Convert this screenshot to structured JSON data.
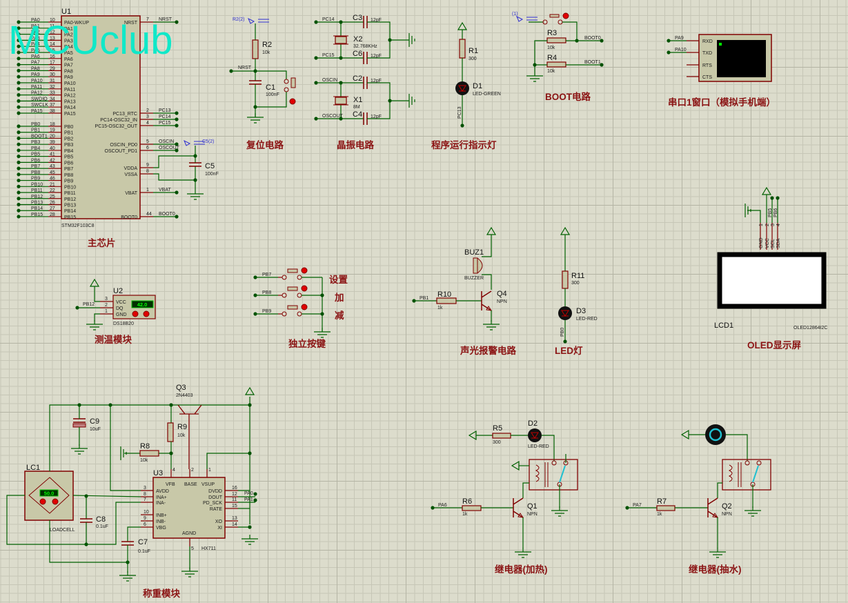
{
  "watermark": "MCUclub",
  "mcu": {
    "ref": "U1",
    "part": "STM32F103C8",
    "left_pins": [
      {
        "net": "PA0",
        "num": "10",
        "name": "PA0-WKUP"
      },
      {
        "net": "PA1",
        "num": "11",
        "name": "PA1"
      },
      {
        "net": "PA2",
        "num": "12",
        "name": "PA2"
      },
      {
        "net": "PA3",
        "num": "13",
        "name": "PA3"
      },
      {
        "net": "PA4",
        "num": "14",
        "name": "PA4"
      },
      {
        "net": "PA5",
        "num": "15",
        "name": "PA5"
      },
      {
        "net": "PA6",
        "num": "16",
        "name": "PA6"
      },
      {
        "net": "PA7",
        "num": "17",
        "name": "PA7"
      },
      {
        "net": "PA8",
        "num": "29",
        "name": "PA8"
      },
      {
        "net": "PA9",
        "num": "30",
        "name": "PA9"
      },
      {
        "net": "PA10",
        "num": "31",
        "name": "PA10"
      },
      {
        "net": "PA11",
        "num": "32",
        "name": "PA11"
      },
      {
        "net": "PA12",
        "num": "33",
        "name": "PA12"
      },
      {
        "net": "SWDIO",
        "num": "34",
        "name": "PA13"
      },
      {
        "net": "SWCLK",
        "num": "37",
        "name": "PA14"
      },
      {
        "net": "PA15",
        "num": "38",
        "name": "PA15"
      },
      {
        "net": "PB0",
        "num": "18",
        "name": "PB0"
      },
      {
        "net": "PB1",
        "num": "19",
        "name": "PB1"
      },
      {
        "net": "BOOT1",
        "num": "20",
        "name": "PB2"
      },
      {
        "net": "PB3",
        "num": "39",
        "name": "PB3"
      },
      {
        "net": "PB4",
        "num": "40",
        "name": "PB4"
      },
      {
        "net": "PB5",
        "num": "41",
        "name": "PB5"
      },
      {
        "net": "PB6",
        "num": "42",
        "name": "PB6"
      },
      {
        "net": "PB7",
        "num": "43",
        "name": "PB7"
      },
      {
        "net": "PB8",
        "num": "45",
        "name": "PB8"
      },
      {
        "net": "PB9",
        "num": "46",
        "name": "PB9"
      },
      {
        "net": "PB10",
        "num": "21",
        "name": "PB10"
      },
      {
        "net": "PB11",
        "num": "22",
        "name": "PB11"
      },
      {
        "net": "PB12",
        "num": "25",
        "name": "PB12"
      },
      {
        "net": "PB13",
        "num": "26",
        "name": "PB13"
      },
      {
        "net": "PB14",
        "num": "27",
        "name": "PB14"
      },
      {
        "net": "PB15",
        "num": "28",
        "name": "PB15"
      }
    ],
    "right_pins": [
      {
        "net": "NRST",
        "num": "7",
        "name": "NRST"
      },
      {
        "net": "PC13",
        "num": "2",
        "name": "PC13_RTC"
      },
      {
        "net": "PC14",
        "num": "3",
        "name": "PC14-OSC32_IN"
      },
      {
        "net": "PC15",
        "num": "4",
        "name": "PC15-OSC32_OUT"
      },
      {
        "net": "OSCIN",
        "num": "5",
        "name": "OSCIN_PD0"
      },
      {
        "net": "OSCOUT",
        "num": "6",
        "name": "OSCOUT_PD1"
      },
      {
        "net": "",
        "num": "9",
        "name": "VDDA"
      },
      {
        "net": "",
        "num": "8",
        "name": "VSSA"
      },
      {
        "net": "VBAT",
        "num": "1",
        "name": "VBAT"
      },
      {
        "net": "BOOT0",
        "num": "44",
        "name": "BOOT0"
      }
    ],
    "c5": {
      "ref": "C5",
      "value": "100nF",
      "probe": "C5(2)"
    },
    "title": "主芯片"
  },
  "reset": {
    "probe": "R2(2)",
    "r2": "R2",
    "r2_val": "10k",
    "net": "NRST",
    "c1": "C1",
    "c1_val": "100nF",
    "title": "复位电路"
  },
  "crystal": {
    "pc14": "PC14",
    "pc15": "PC15",
    "oscin": "OSCIN",
    "oscout": "OSCOUT",
    "c3": "C3",
    "c6": "C6",
    "c2": "C2",
    "c4": "C4",
    "cap_val": "12pF",
    "x2": "X2",
    "x2_val": "32.768KHz",
    "x1": "X1",
    "x1_val": "8M",
    "title": "晶振电路"
  },
  "run_led": {
    "r1": "R1",
    "r1_val": "300",
    "d1": "D1",
    "d1_val": "LED-GREEN",
    "net": "PC13",
    "title": "程序运行指示灯"
  },
  "boot": {
    "probe": "(1)",
    "r3": "R3",
    "r4": "R4",
    "r_val": "10k",
    "boot0": "BOOT0",
    "boot1": "BOOT1",
    "title": "BOOT电路"
  },
  "serial": {
    "pins": [
      "RXD",
      "TXD",
      "RTS",
      "CTS"
    ],
    "pa9": "PA9",
    "pa10": "PA10",
    "title": "串口1窗口（模拟手机端）"
  },
  "oled": {
    "pins": [
      "GND",
      "VCC",
      "SCL",
      "SDA"
    ],
    "nums": [
      "1",
      "2",
      "3",
      "4"
    ],
    "pb5": "PB5",
    "pb6": "PB6",
    "ref": "LCD1",
    "part": "OLED12864I2C",
    "title": "OLED显示屏"
  },
  "temp": {
    "ref": "U2",
    "part": "DS18B20",
    "pins": [
      "VCC",
      "DQ",
      "GND"
    ],
    "nums": [
      "3",
      "2",
      "1"
    ],
    "net": "PB12",
    "reading": "42.0",
    "title": "测温模块"
  },
  "keys": {
    "nets": [
      "PB7",
      "PB8",
      "PB9"
    ],
    "labels": [
      "设置",
      "加",
      "减"
    ],
    "title": "独立按键"
  },
  "alarm": {
    "buz": "BUZ1",
    "buz_val": "BUZZER",
    "r10": "R10",
    "r10_val": "1k",
    "net": "PB1",
    "q4": "Q4",
    "q4_val": "NPN",
    "title": "声光报警电路"
  },
  "led": {
    "r11": "R11",
    "r11_val": "300",
    "d3": "D3",
    "d3_val": "LED-RED",
    "net": "PB0",
    "title": "LED灯"
  },
  "weigh": {
    "u3": "U3",
    "u3_part": "HX711",
    "lc1": "LC1",
    "lc1_part": "LOADCELL",
    "lc1_reading": "50.0",
    "q3": "Q3",
    "q3_val": "2N4403",
    "r9": "R9",
    "r9_val": "10k",
    "r8": "R8",
    "r8_val": "10k",
    "c9": "C9",
    "c9_val": "10uF",
    "c8": "C8",
    "c8_val": "0.1uF",
    "c7": "C7",
    "c7_val": "0.1uF",
    "left_pins": [
      {
        "num": "3",
        "name": "AVDD"
      },
      {
        "num": "8",
        "name": "INA+"
      },
      {
        "num": "7",
        "name": "INA-"
      },
      {
        "num": "10",
        "name": "INB+"
      },
      {
        "num": "9",
        "name": "INB-"
      },
      {
        "num": "6",
        "name": "VBG"
      }
    ],
    "right_pins": [
      {
        "num": "16",
        "name": "DVDD"
      },
      {
        "num": "12",
        "name": "DOUT"
      },
      {
        "num": "11",
        "name": "PD_SCK"
      },
      {
        "num": "15",
        "name": "RATE"
      },
      {
        "num": "13",
        "name": "XO"
      },
      {
        "num": "14",
        "name": "XI"
      }
    ],
    "top_pins": [
      {
        "num": "4",
        "name": "VFB"
      },
      {
        "num": "2",
        "name": "BASE"
      },
      {
        "num": "1",
        "name": "VSUP"
      }
    ],
    "agnd": {
      "num": "5",
      "name": "AGND"
    },
    "pa0": "PA0",
    "pa1": "PA1",
    "title": "称重模块"
  },
  "relay_heat": {
    "r5": "R5",
    "r5_val": "300",
    "d2": "D2",
    "d2_val": "LED-RED",
    "r6": "R6",
    "r6_val": "1k",
    "net": "PA6",
    "q1": "Q1",
    "q1_val": "NPN",
    "title": "继电器(加热)"
  },
  "relay_pump": {
    "r7": "R7",
    "r7_val": "1k",
    "net": "PA7",
    "q2": "Q2",
    "q2_val": "NPN",
    "title": "继电器(抽水)"
  },
  "colors": {
    "wire": "#006000",
    "pin": "#800000",
    "body": "#c8c8a8",
    "title": "#8b1414",
    "watermark": "#10e8c8",
    "probe": "#3030d0"
  }
}
